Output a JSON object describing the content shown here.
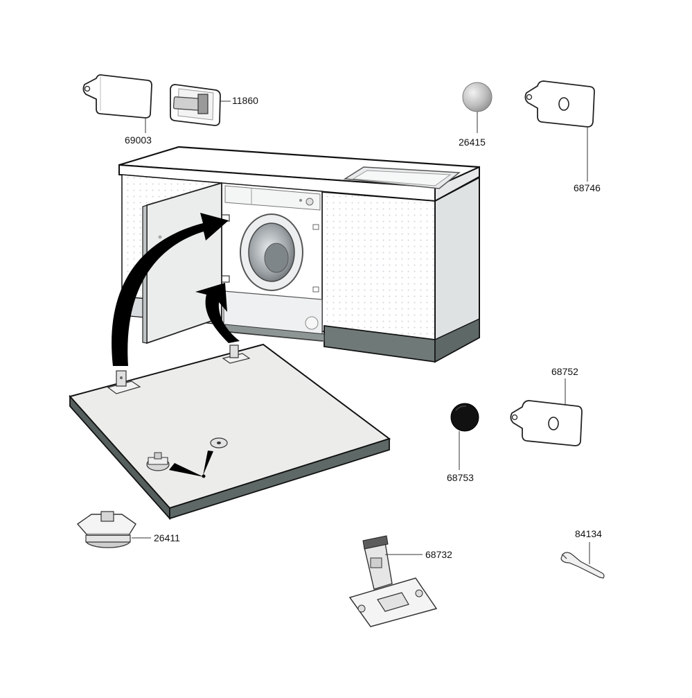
{
  "diagram": {
    "part_numbers": {
      "p69003": "69003",
      "p11860": "11860",
      "p26415": "26415",
      "p68746": "68746",
      "p68752": "68752",
      "p68753": "68753",
      "p26411": "26411",
      "p68732": "68732",
      "p84134": "84134"
    }
  }
}
